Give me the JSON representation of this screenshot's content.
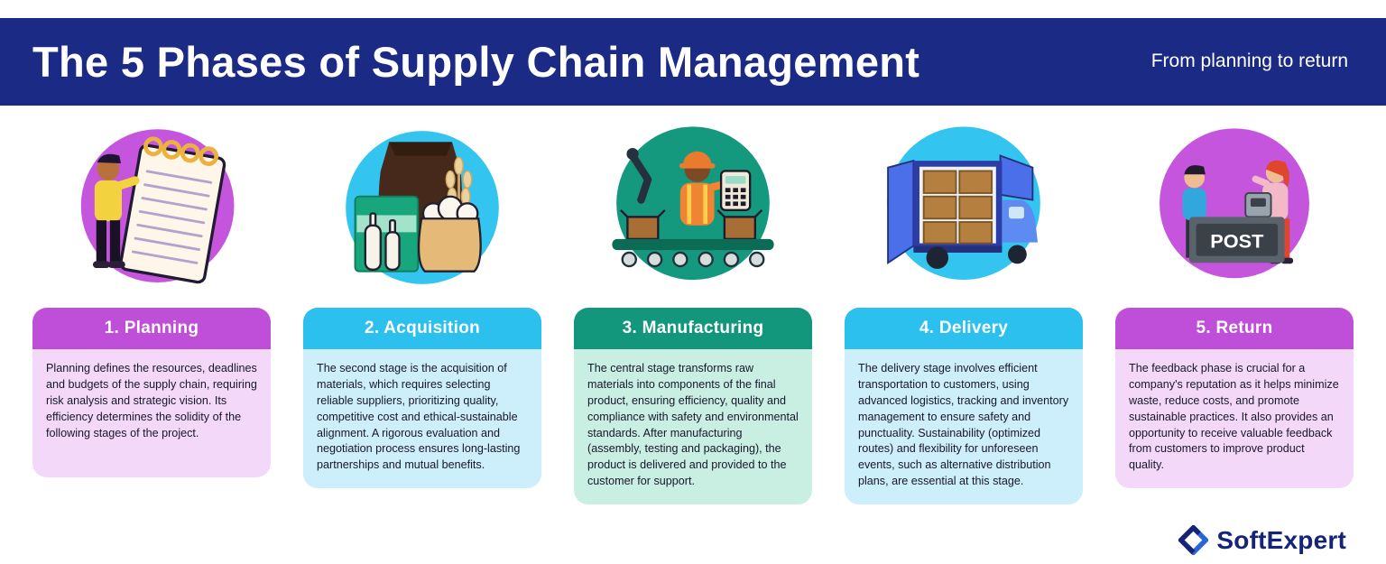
{
  "header": {
    "title": "The 5 Phases of Supply Chain Management",
    "subtitle": "From planning to return",
    "bg_color": "#1b2b85",
    "text_color": "#ffffff"
  },
  "phases": [
    {
      "title": "1. Planning",
      "description": "Planning defines the resources, deadlines and budgets of the supply chain, requiring risk analysis and strategic vision. Its efficiency determines the solidity of the following stages of the project.",
      "header_color": "#bf4fd8",
      "body_color": "#f3d8f9",
      "circle_color": "#c455dc",
      "illustration": "person-holding-checklist"
    },
    {
      "title": "2. Acquisition",
      "description": "The second stage is the acquisition of materials, which requires selecting reliable suppliers, prioritizing quality, competitive cost and ethical-sustainable alignment. A rigorous evaluation and negotiation process ensures long-lasting partnerships and mutual benefits.",
      "header_color": "#2cc0ee",
      "body_color": "#cdeefb",
      "circle_color": "#33c5f0",
      "illustration": "raw-materials-sack-bottles-grain"
    },
    {
      "title": "3. Manufacturing",
      "description": "The central stage transforms raw materials into components of the final product, ensuring efficiency, quality and compliance with safety and environmental standards. After manufacturing (assembly, testing and packaging), the product is delivered and provided to the customer for support.",
      "header_color": "#12967c",
      "body_color": "#c9efe2",
      "circle_color": "#15997e",
      "illustration": "factory-worker-conveyor-belt"
    },
    {
      "title": "4. Delivery",
      "description": "The delivery stage involves efficient transportation to customers, using advanced logistics, tracking and inventory management to ensure safety and punctuality. Sustainability (optimized routes) and flexibility for unforeseen events, such as alternative distribution plans, are essential at this stage.",
      "header_color": "#2cc0ee",
      "body_color": "#cdeefb",
      "circle_color": "#33c5f0",
      "illustration": "delivery-truck-with-boxes"
    },
    {
      "title": "5. Return",
      "description": "The feedback phase is crucial for a company's reputation as it helps minimize waste, reduce costs, and promote sustainable practices. It also provides an opportunity to receive valuable feedback from customers to improve product quality.",
      "header_color": "#bf4fd8",
      "body_color": "#f3d8f9",
      "circle_color": "#c455dc",
      "illustration": "post-counter-return-desk",
      "sign_label": "POST"
    }
  ],
  "footer": {
    "brand": "SoftExpert",
    "brand_color": "#152478"
  }
}
